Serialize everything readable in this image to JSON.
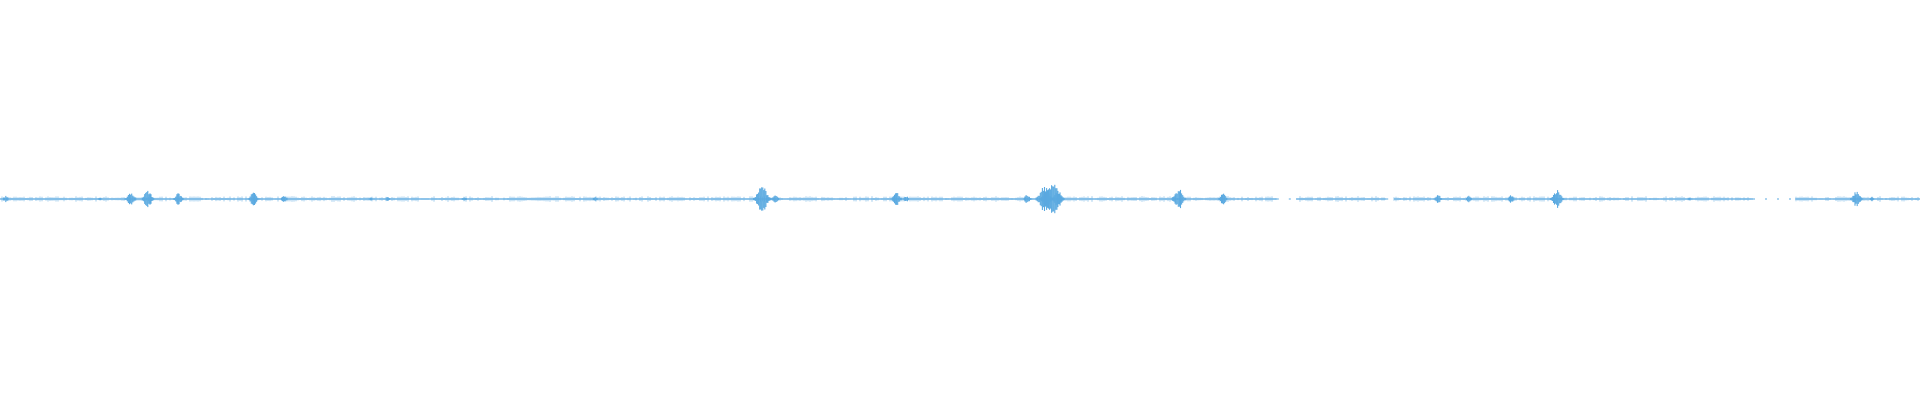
{
  "waveform": {
    "color": "#5aa9e0",
    "background": "#ffffff",
    "baseline_present": true,
    "segments_with_visible_baseline": [
      [
        0.0,
        0.665
      ],
      [
        0.675,
        0.722
      ],
      [
        0.726,
        0.913
      ],
      [
        0.935,
        1.0
      ]
    ],
    "dotted_segments": [
      [
        0.665,
        0.675
      ],
      [
        0.722,
        0.726
      ],
      [
        0.913,
        0.935
      ]
    ],
    "amplitude_peaks": [
      {
        "t": 0.003,
        "amp": 0.08
      },
      {
        "t": 0.052,
        "amp": 0.04
      },
      {
        "t": 0.068,
        "amp": 0.18
      },
      {
        "t": 0.077,
        "amp": 0.22
      },
      {
        "t": 0.093,
        "amp": 0.16
      },
      {
        "t": 0.132,
        "amp": 0.17
      },
      {
        "t": 0.148,
        "amp": 0.09
      },
      {
        "t": 0.193,
        "amp": 0.04
      },
      {
        "t": 0.202,
        "amp": 0.06
      },
      {
        "t": 0.242,
        "amp": 0.05
      },
      {
        "t": 0.31,
        "amp": 0.06
      },
      {
        "t": 0.397,
        "amp": 0.34
      },
      {
        "t": 0.404,
        "amp": 0.1
      },
      {
        "t": 0.467,
        "amp": 0.17
      },
      {
        "t": 0.472,
        "amp": 0.08
      },
      {
        "t": 0.535,
        "amp": 0.12
      },
      {
        "t": 0.544,
        "amp": 0.32
      },
      {
        "t": 0.548,
        "amp": 0.45
      },
      {
        "t": 0.551,
        "amp": 0.22
      },
      {
        "t": 0.614,
        "amp": 0.26
      },
      {
        "t": 0.637,
        "amp": 0.14
      },
      {
        "t": 0.749,
        "amp": 0.11
      },
      {
        "t": 0.765,
        "amp": 0.08
      },
      {
        "t": 0.787,
        "amp": 0.1
      },
      {
        "t": 0.811,
        "amp": 0.24
      },
      {
        "t": 0.88,
        "amp": 0.04
      },
      {
        "t": 0.967,
        "amp": 0.2
      },
      {
        "t": 0.975,
        "amp": 0.05
      }
    ]
  }
}
